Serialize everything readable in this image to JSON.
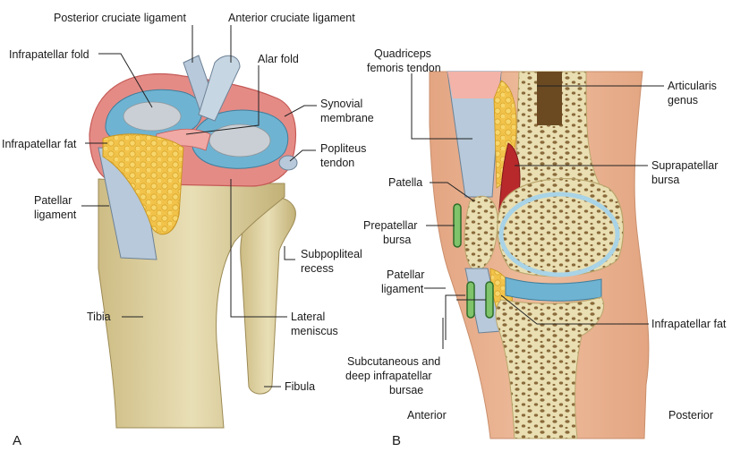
{
  "panels": {
    "a": "A",
    "b": "B"
  },
  "labels_a": {
    "posterior_cruciate": "Posterior cruciate ligament",
    "anterior_cruciate": "Anterior cruciate ligament",
    "infrapatellar_fold": "Infrapatellar fold",
    "alar_fold": "Alar fold",
    "synovial_1": "Synovial",
    "synovial_2": "membrane",
    "infrapatellar_fat": "Infrapatellar fat",
    "popliteus_1": "Popliteus",
    "popliteus_2": "tendon",
    "patellar_lig_1": "Patellar",
    "patellar_lig_2": "ligament",
    "subpopliteal_1": "Subpopliteal",
    "subpopliteal_2": "recess",
    "tibia": "Tibia",
    "lateral_meniscus_1": "Lateral",
    "lateral_meniscus_2": "meniscus",
    "fibula": "Fibula"
  },
  "labels_b": {
    "quadriceps_1": "Quadriceps",
    "quadriceps_2": "femoris tendon",
    "articularis_1": "Articularis",
    "articularis_2": "genus",
    "patella": "Patella",
    "suprapatellar_1": "Suprapatellar",
    "suprapatellar_2": "bursa",
    "prepatellar_1": "Prepatellar",
    "prepatellar_2": "bursa",
    "patellar_lig_1": "Patellar",
    "patellar_lig_2": "ligament",
    "infrapatellar_fat": "Infrapatellar fat",
    "subcutaneous_1": "Subcutaneous and",
    "subcutaneous_2": "deep infrapatellar",
    "subcutaneous_3": "bursae",
    "anterior": "Anterior",
    "posterior": "Posterior"
  },
  "colors": {
    "bone": "#e7dcae",
    "bone_shadow": "#c9b87e",
    "synovial": "#e58b86",
    "synovial_dark": "#cf5f5a",
    "cartilage": "#6fb3d2",
    "cartilage_light": "#a9d3e6",
    "ligament": "#b7c9da",
    "fat": "#f2c34a",
    "skin": "#e6ad89",
    "skin_dark": "#d99672",
    "bursa": "#3f8f3a",
    "red_bursa": "#b8292c",
    "marrow": "#8a6a3a"
  }
}
